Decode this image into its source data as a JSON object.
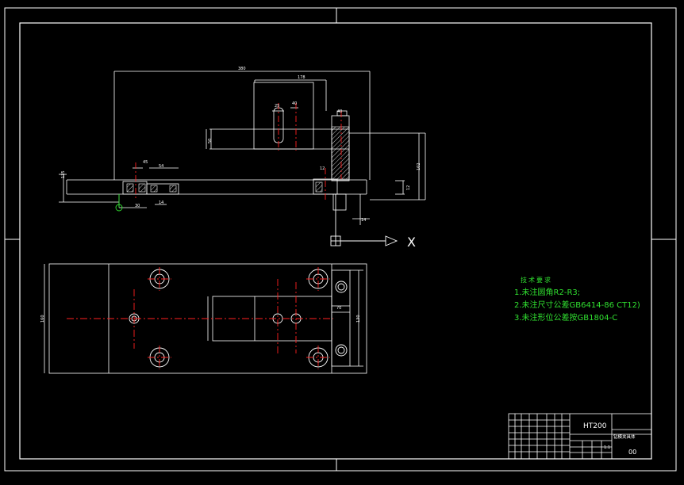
{
  "drawing": {
    "dims": {
      "overall_width": "380",
      "slot_length": "178",
      "slot_w_a": "25",
      "slot_w_b": "40",
      "slot_depth": "50",
      "stop_height": "40",
      "right_height": "102",
      "side_height": "135",
      "left_small": "45",
      "left_bottom": "30",
      "pin_spacing": "54",
      "boss": "14",
      "right_thick": "12",
      "bottom_right": "14",
      "right_inner": "12",
      "plate_h": "160",
      "plan_right": "130",
      "plan_slot": "70"
    },
    "axis_label": "X"
  },
  "tech_requirements": {
    "heading": "技术要求",
    "items": [
      "1.未注圆角R2-R3;",
      "2.未注尺寸公差GB6414-86   CT12)",
      "3.未注形位公差按GB1804-C"
    ]
  },
  "title_block": {
    "material": "HT200",
    "part_name": "钻模夹具体",
    "scale": "1:1",
    "code": "00"
  },
  "colors": {
    "background": "#000000",
    "line": "#ffffff",
    "centerline": "#ff2020",
    "green": "#30e030",
    "yellow": "#e8e820"
  }
}
